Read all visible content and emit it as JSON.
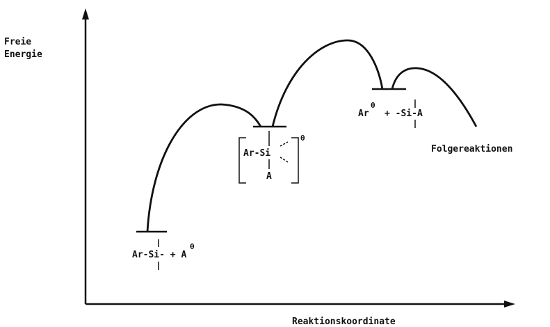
{
  "axes": {
    "y_label_line1": "Freie",
    "y_label_line2": "Energie",
    "x_label": "Reaktionskoordinate"
  },
  "species": {
    "reactants": {
      "main": "Ar-Si- + A",
      "charge": "θ"
    },
    "intermediate": {
      "ar_si": "Ar-Si",
      "a": "A",
      "charge": "θ"
    },
    "products": {
      "ar": "Ar",
      "charge": "θ",
      "rest": "+ -Si-A"
    },
    "follow_up": "Folgereaktionen"
  }
}
